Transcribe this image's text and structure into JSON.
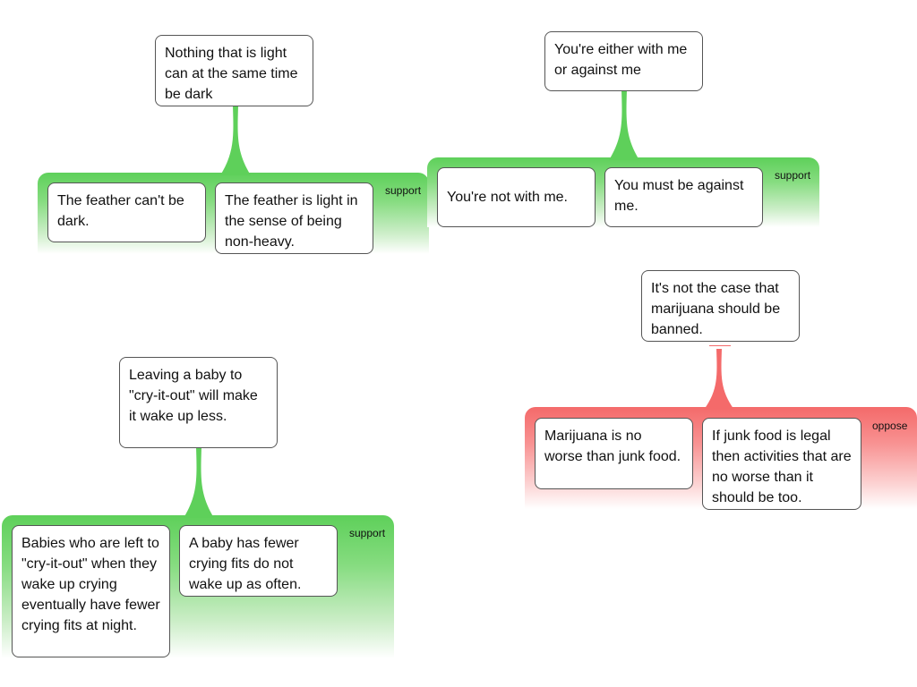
{
  "groups": [
    {
      "claim": "Nothing that is light can at the same time be dark",
      "relation": "support",
      "reasons": [
        "The feather can't be dark.",
        "The feather is light in the sense of being non-heavy."
      ]
    },
    {
      "claim": "You're either with me or against me",
      "relation": "support",
      "reasons": [
        "You're not with me.",
        "You must be against me."
      ]
    },
    {
      "claim": "It's not the case that marijuana should be banned.",
      "relation": "oppose",
      "reasons": [
        "Marijuana is no worse than junk food.",
        "If junk food is legal then activities that are no worse than it should be too."
      ]
    },
    {
      "claim": "Leaving a baby to \"cry-it-out\" will make it wake up less.",
      "relation": "support",
      "reasons": [
        "Babies who are left to \"cry-it-out\" when they wake up crying eventually have fewer crying fits at night.",
        "A baby has fewer crying fits do not wake up as often."
      ]
    }
  ],
  "colors": {
    "support": "#5ed05a",
    "oppose": "#f46a6a",
    "node_border": "#555555"
  }
}
